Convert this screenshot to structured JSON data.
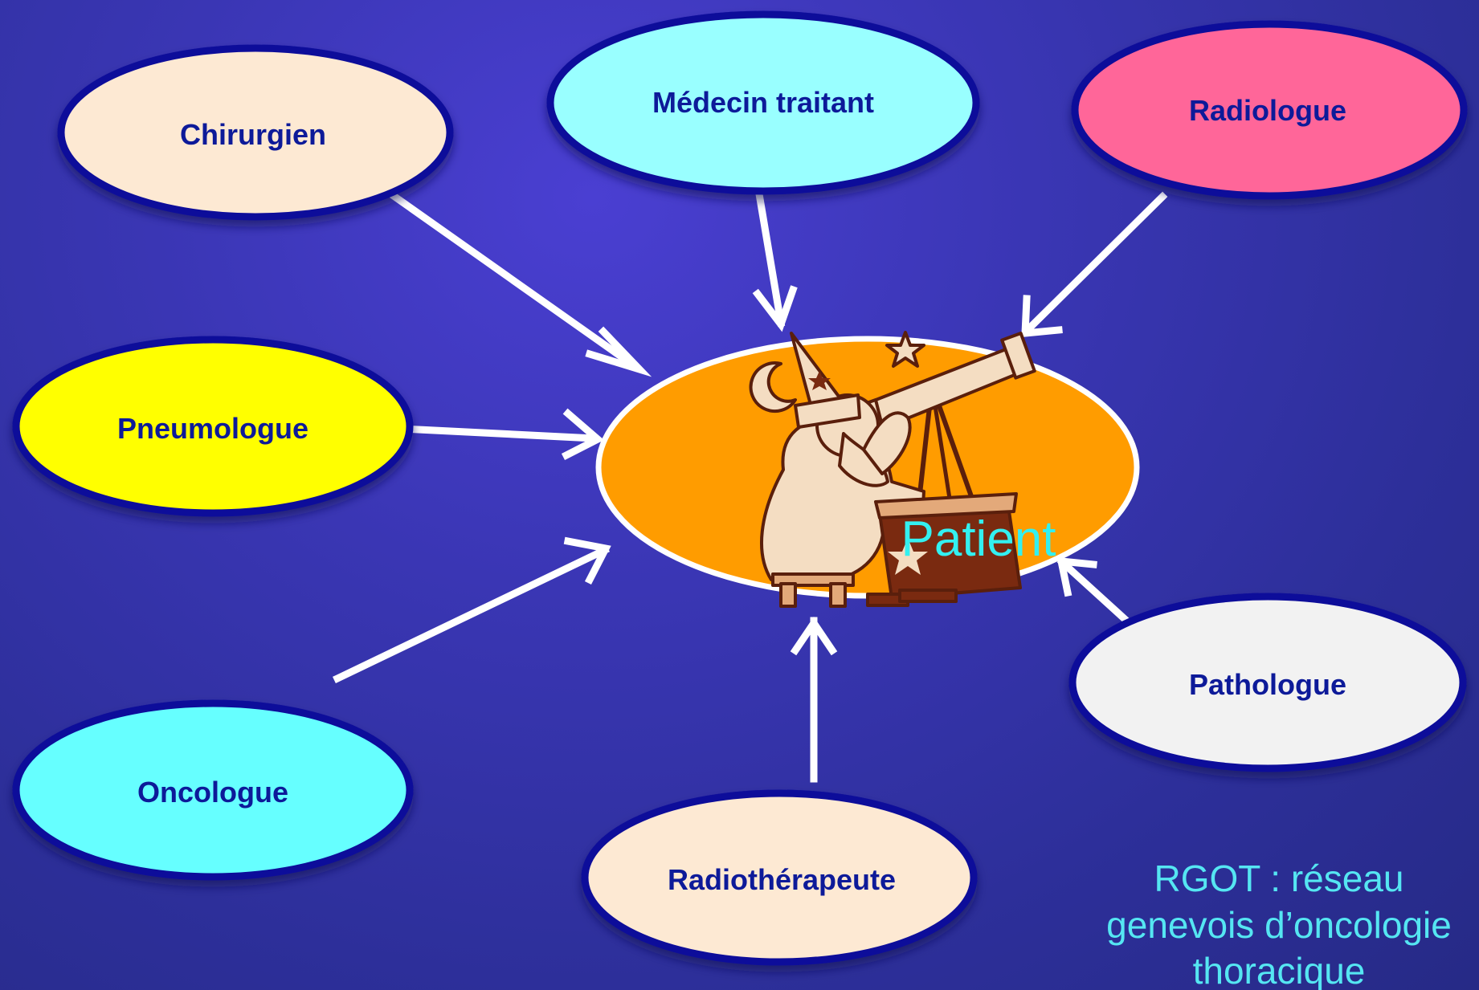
{
  "center": {
    "label": "Patient",
    "color": "#ff9c00",
    "label_color": "#33f0f0"
  },
  "nodes": {
    "chirurgien": {
      "label": "Chirurgien",
      "color": "#fde9d3"
    },
    "medecin": {
      "label": "Médecin traitant",
      "color": "#99ffff"
    },
    "radiologue": {
      "label": "Radiologue",
      "color": "#ff6699"
    },
    "pneumologue": {
      "label": "Pneumologue",
      "color": "#ffff00"
    },
    "oncologue": {
      "label": "Oncologue",
      "color": "#66ffff"
    },
    "radiotherapeute": {
      "label": "Radiothérapeute",
      "color": "#fde9d3"
    },
    "pathologue": {
      "label": "Pathologue",
      "color": "#f2f2f2"
    }
  },
  "caption": {
    "line1": "RGOT : réseau",
    "line2": "genevois d’oncologie",
    "line3": "thoracique"
  },
  "colors": {
    "node_border": "#0a0a9a",
    "arrow": "#ffffff",
    "label": "#0d1a99"
  },
  "illustration": {
    "icon": "astronomer-telescope-icon"
  }
}
